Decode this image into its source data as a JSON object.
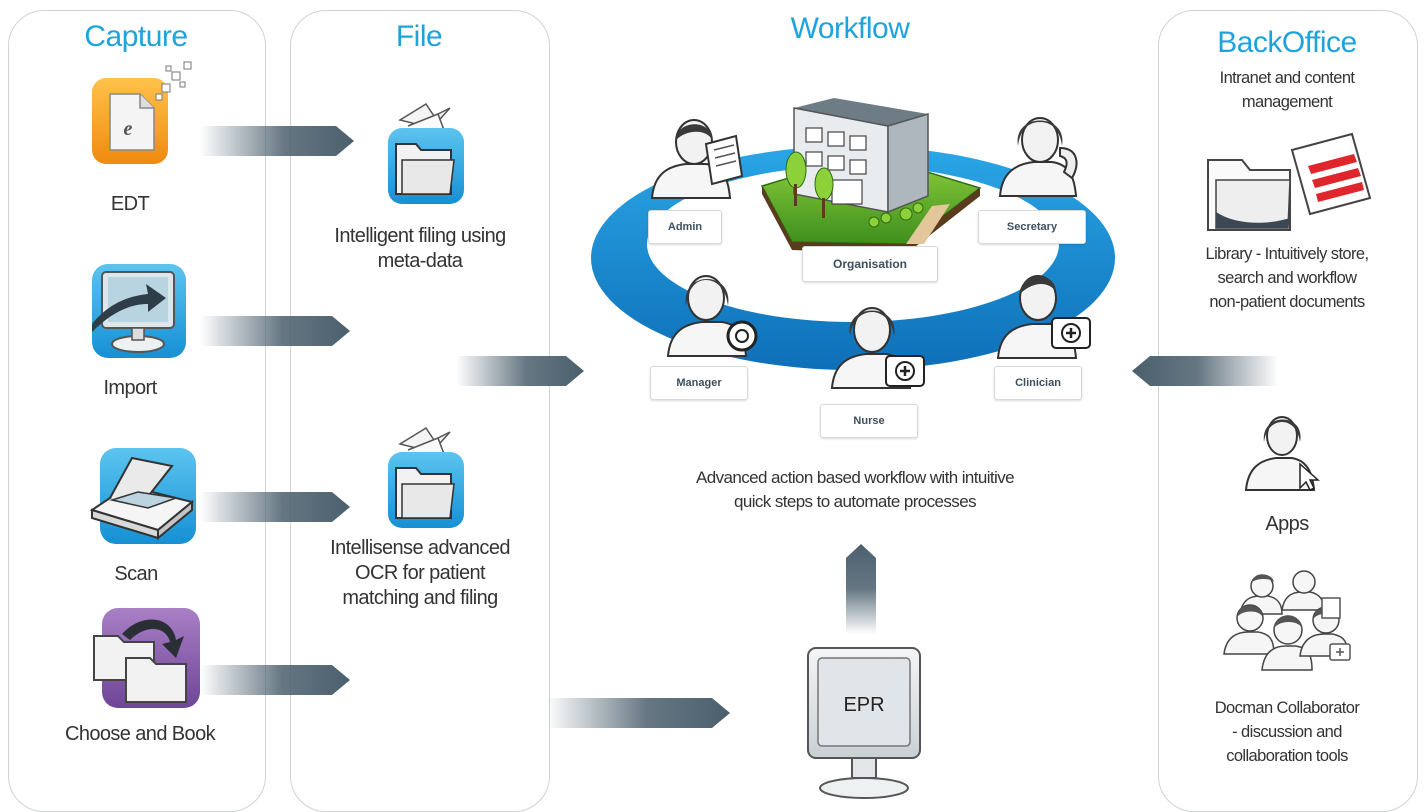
{
  "capture": {
    "title": "Capture",
    "items": [
      {
        "label": "EDT",
        "icon": "edt-document-icon"
      },
      {
        "label": "Import",
        "icon": "import-monitor-icon"
      },
      {
        "label": "Scan",
        "icon": "scanner-icon"
      },
      {
        "label": "Choose and Book",
        "icon": "choose-and-book-folder-icon"
      }
    ]
  },
  "file": {
    "title": "File",
    "items": [
      {
        "line1": "Intelligent filing using",
        "line2": "meta-data"
      },
      {
        "line1": "Intellisense advanced",
        "line2": "OCR for patient",
        "line3": "matching and filing"
      }
    ]
  },
  "workflow": {
    "title": "Workflow",
    "roles": {
      "admin": "Admin",
      "organisation": "Organisation",
      "secretary": "Secretary",
      "manager": "Manager",
      "nurse": "Nurse",
      "clinician": "Clinician"
    },
    "description_line1": "Advanced action based workflow with intuitive",
    "description_line2": "quick steps to automate processes",
    "epr": "EPR"
  },
  "backoffice": {
    "title": "BackOffice",
    "subtitle_line1": "Intranet and content",
    "subtitle_line2": "management",
    "library_line1": "Library - Intuitively store,",
    "library_line2": "search and workflow",
    "library_line3": "non-patient documents",
    "apps": "Apps",
    "collab_line1": "Docman Collaborator",
    "collab_line2": "- discussion and",
    "collab_line3": "collaboration tools"
  },
  "colors": {
    "accent": "#1fa3dc",
    "arrow": "#4b5f6d",
    "ring": "#1a8fd6",
    "panel_border": "#cfd3d6"
  }
}
